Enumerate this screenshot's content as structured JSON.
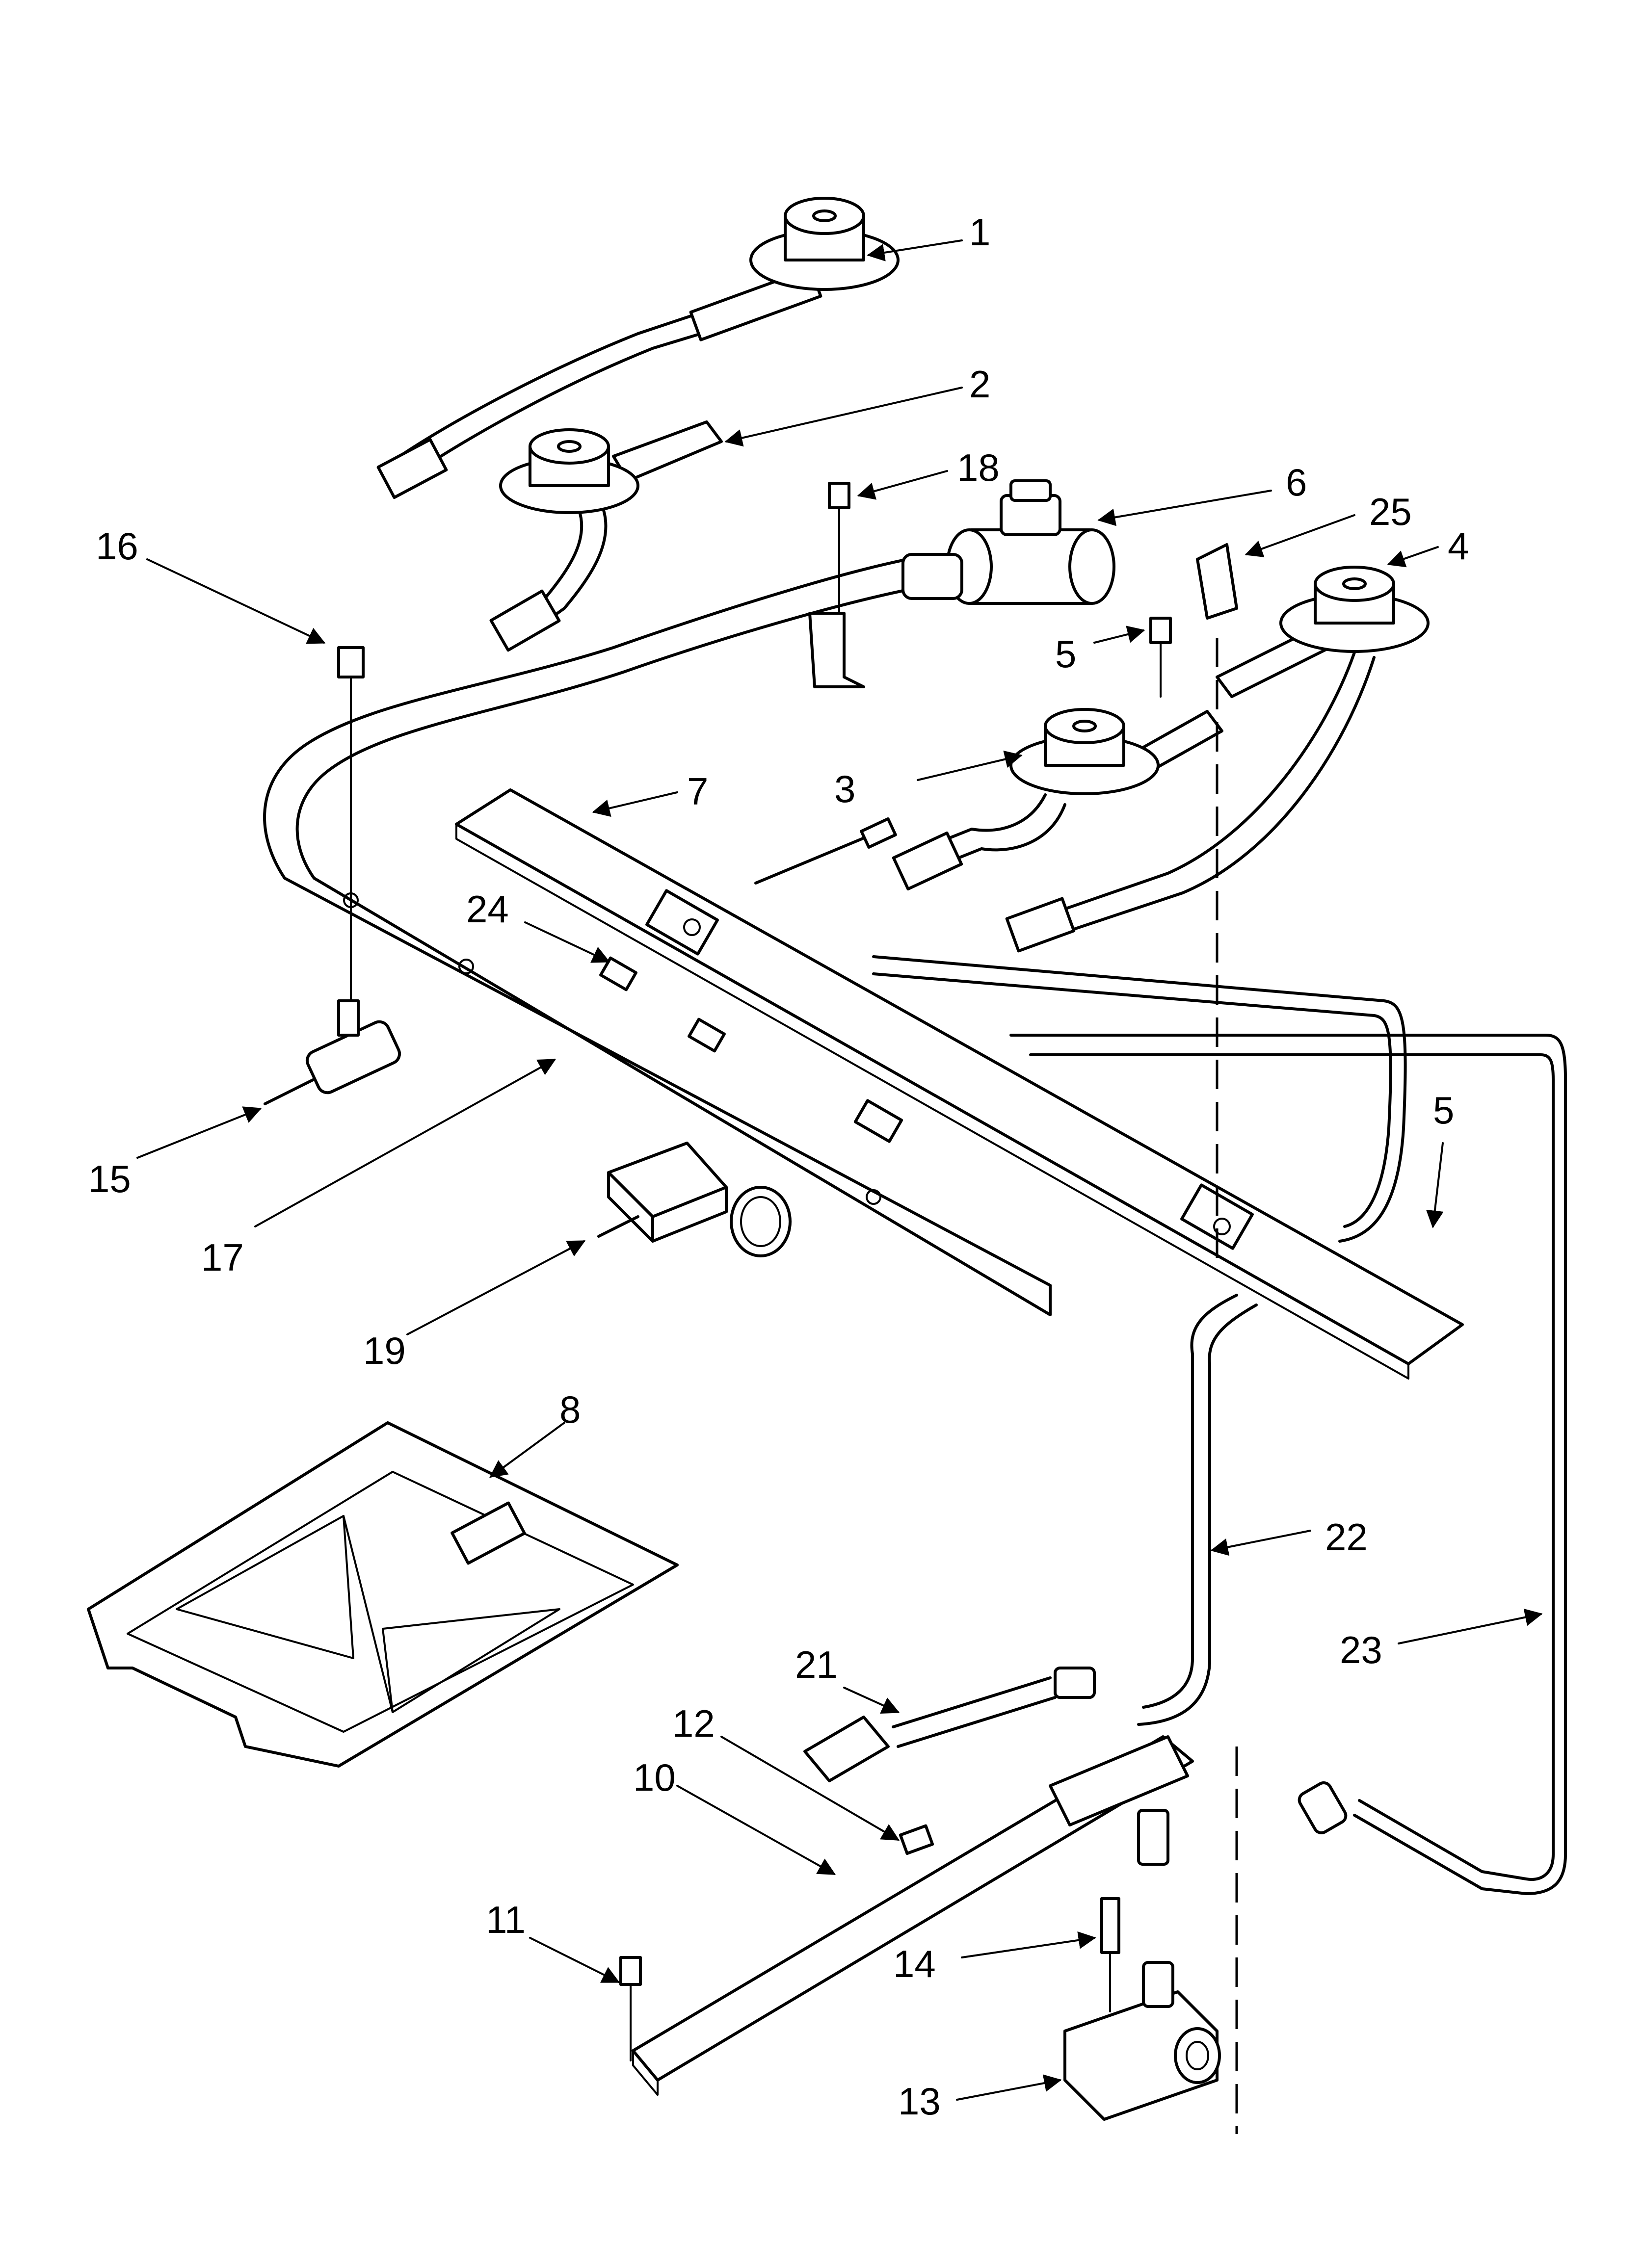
{
  "callouts": {
    "c1": "1",
    "c2": "2",
    "c3": "3",
    "c4": "4",
    "c5a": "5",
    "c5b": "5",
    "c6": "6",
    "c7": "7",
    "c8": "8",
    "c10": "10",
    "c11": "11",
    "c12": "12",
    "c13": "13",
    "c14": "14",
    "c15": "15",
    "c16": "16",
    "c17": "17",
    "c18": "18",
    "c19": "19",
    "c21": "21",
    "c22": "22",
    "c23": "23",
    "c24": "24",
    "c25": "25"
  },
  "colors": {
    "ink": "#000000",
    "paper": "#ffffff"
  }
}
